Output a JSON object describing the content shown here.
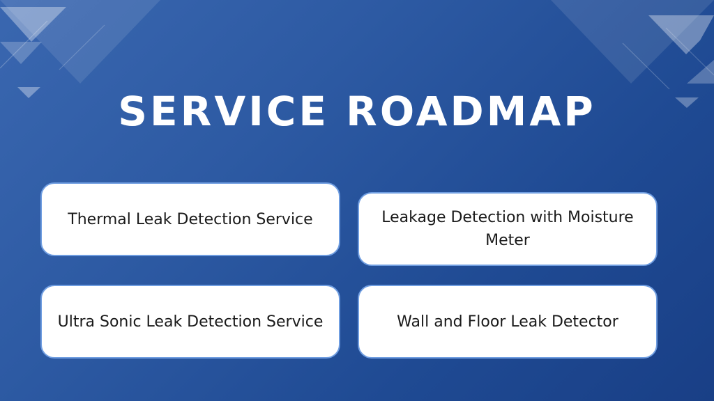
{
  "title": "SERVICE ROADMAP",
  "services": [
    {
      "label": "Thermal Leak Detection Service"
    },
    {
      "label": "Leakage Detection with Moisture Meter"
    },
    {
      "label": "Ultra Sonic Leak Detection Service"
    },
    {
      "label": "Wall and Floor Leak Detector"
    }
  ],
  "colors": {
    "background": "#2d5aa3",
    "card": "#ffffff",
    "card_border": "#6f9de0",
    "title_text": "#ffffff",
    "card_text": "#1a1a1a"
  }
}
